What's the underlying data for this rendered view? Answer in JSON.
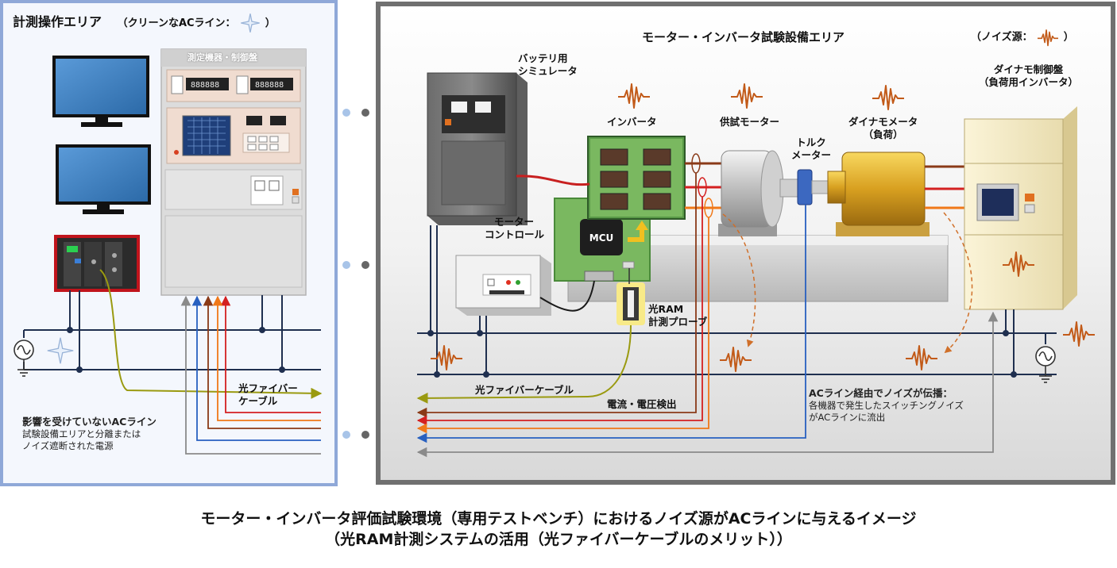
{
  "left_area": {
    "title": "計測操作エリア",
    "title_note_open": "（クリーンなACライン：",
    "title_note_close": "）",
    "rack_label": "測定機器・制御盤",
    "fiber_label_1": "光ファイバー",
    "fiber_label_2": "ケーブル",
    "note_title": "影響を受けていないACライン",
    "note_line1": "試験設備エリアと分離または",
    "note_line2": "ノイズ遮断された電源"
  },
  "right_area": {
    "title": "モーター・インバータ試験設備エリア",
    "noise_legend_open": "（ノイズ源：",
    "noise_legend_close": "）",
    "battery_sim_1": "バッテリ用",
    "battery_sim_2": "シミュレータ",
    "inverter": "インバータ",
    "motor_under_test": "供試モーター",
    "dyno_meter_1": "ダイナモメータ",
    "dyno_meter_2": "（負荷）",
    "dyno_panel_1": "ダイナモ制御盤",
    "dyno_panel_2": "（負荷用インバータ）",
    "torque_1": "トルク",
    "torque_2": "メーター",
    "motor_control_1": "モーター",
    "motor_control_2": "コントロール",
    "mcu": "MCU",
    "probe_1": "光RAM",
    "probe_2": "計測プローブ",
    "fiber_label": "光ファイバーケーブル",
    "detect_label": "電流・電圧検出",
    "ac_note_title": "ACライン経由でノイズが伝播：",
    "ac_note_line1": "各機器で発生したスイッチングノイズ",
    "ac_note_line2": "がACラインに流出"
  },
  "caption": {
    "line1": "モーター・インバータ評価試験環境（専用テストベンチ）におけるノイズ源がACラインに与えるイメージ",
    "line2": "（光RAM計測システムの活用（光ファイバーケーブルのメリット））"
  },
  "colors": {
    "left_border": "#8fa8d8",
    "left_bg": "#f4f7fd",
    "right_border": "#707070",
    "ac_line": "#1f2f4f",
    "fiber": "#9a9a10",
    "red": "#d42020",
    "orange": "#f07818",
    "brown": "#8a3a18",
    "blue": "#2860c0",
    "gray": "#8a8a8a",
    "noise": "#c25a18"
  }
}
